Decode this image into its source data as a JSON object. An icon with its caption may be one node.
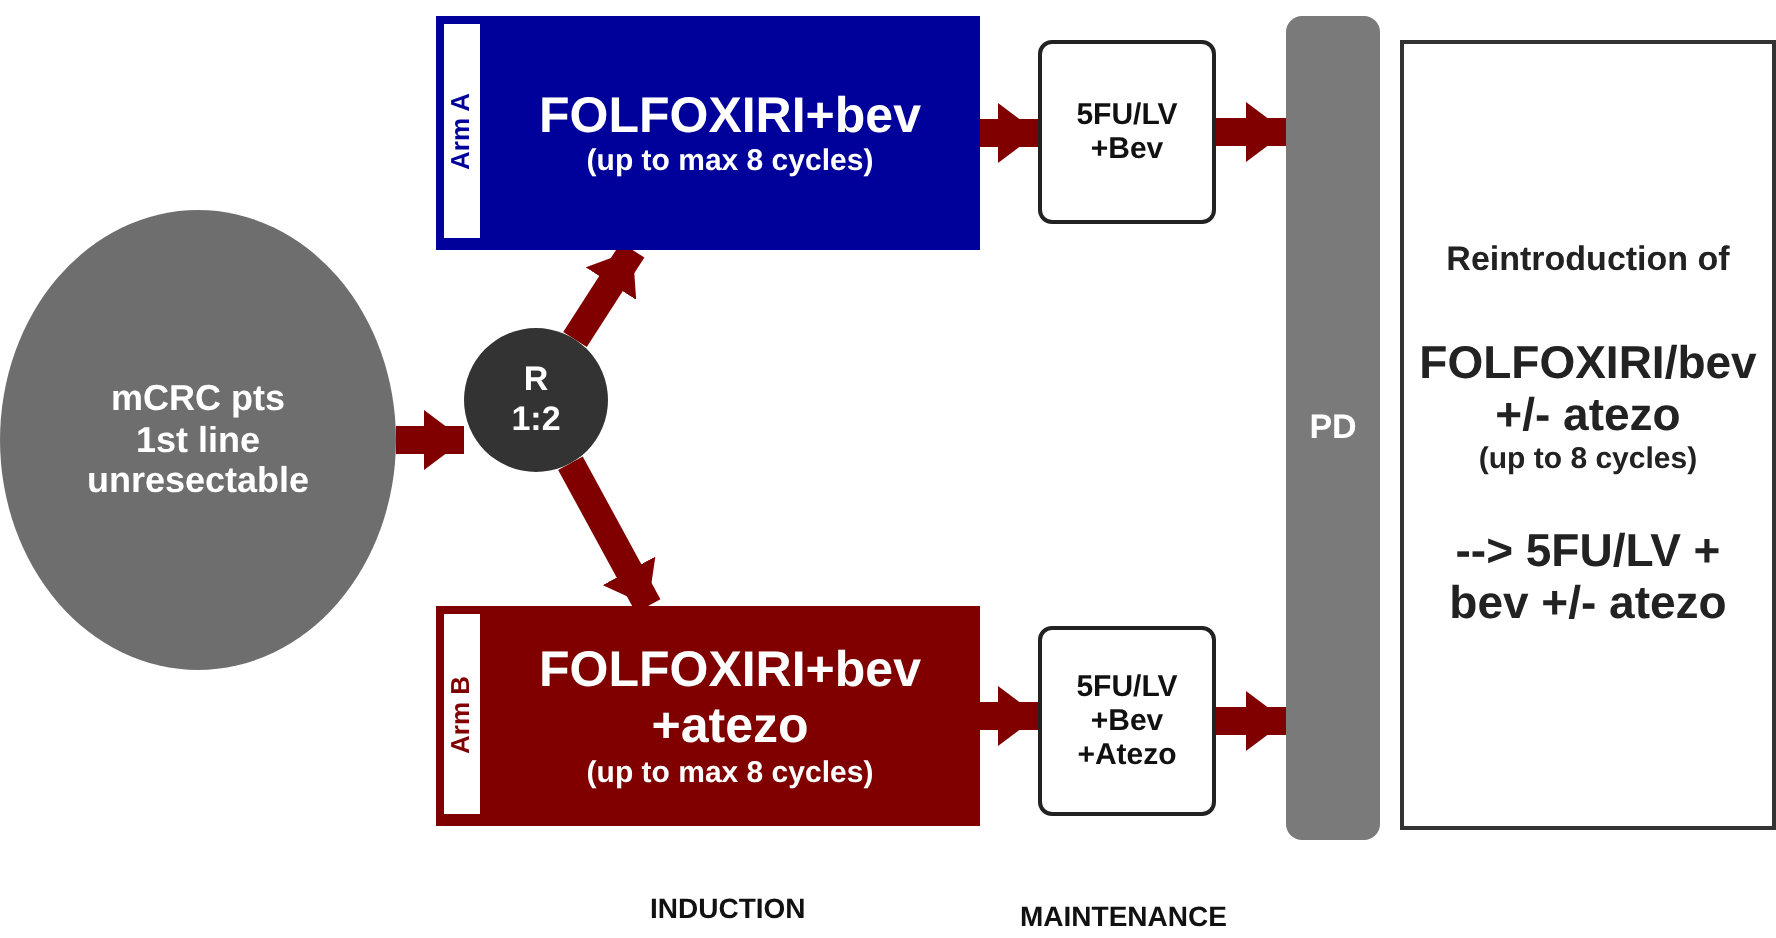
{
  "diagram": {
    "nodes": [
      {
        "text": [
          "mCRC pts 1st line unresectable"
        ]
      },
      {
        "text": [
          "R 1:2"
        ]
      },
      {
        "text": [
          "Arm A",
          "FOLFOXIRI+bev",
          "(up to max 8 cycles)"
        ]
      },
      {
        "text": [
          "5FU/LV +Bev"
        ]
      },
      {
        "text": [
          "Arm B",
          "FOLFOXIRI+bev +atezo",
          "(up to max 8 cycles)"
        ]
      },
      {
        "text": [
          "5FU/LV +Bev +Atezo"
        ]
      },
      {
        "text": [
          "PD"
        ]
      },
      {
        "text": [
          "Reintroduction of",
          "FOLFOXIRI/bev +/- atezo",
          "(up to 8 cycles)",
          "--> 5FU/LV + bev +/- atezo"
        ]
      }
    ],
    "edges": [
      {
        "from": 0,
        "to": 1,
        "arrow": "to"
      },
      {
        "from": 1,
        "to": 2,
        "arrow": "to"
      },
      {
        "from": 1,
        "to": 4,
        "arrow": "to"
      },
      {
        "from": 2,
        "to": 3,
        "arrow": "to"
      },
      {
        "from": 4,
        "to": 5,
        "arrow": "to"
      },
      {
        "from": 3,
        "to": 6,
        "arrow": "to"
      },
      {
        "from": 5,
        "to": 6,
        "arrow": "to"
      }
    ],
    "labels": [
      "INDUCTION",
      "MAINTENANCE"
    ]
  }
}
